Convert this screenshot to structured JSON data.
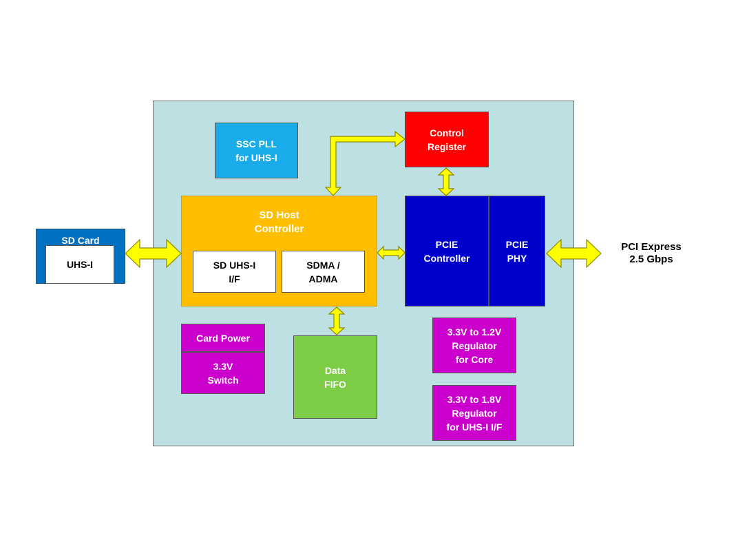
{
  "diagram": {
    "blocks": {
      "ssc_pll": "SSC PLL\nfor UHS-I",
      "control_register": "Control\nRegister",
      "sd_host_controller": "SD Host\nController",
      "sd_uhs_if": "SD UHS-I\nI/F",
      "sdma_adma": "SDMA /\nADMA",
      "pcie_controller": "PCIE\nController",
      "pcie_phy": "PCIE\nPHY",
      "card_power": "Card Power",
      "switch_33v": "3.3V\nSwitch",
      "data_fifo": "Data\nFIFO",
      "regulator_core": "3.3V to 1.2V\nRegulator\nfor Core",
      "regulator_uhs": "3.3V to 1.8V\nRegulator\nfor UHS-I I/F",
      "sd_card": "SD Card",
      "uhs_i": "UHS-I"
    },
    "external": {
      "pci_express": "PCI Express\n2.5 Gbps"
    },
    "colors": {
      "chip_background": "#bde0e3",
      "ssc_pll": "#1aacea",
      "control_register": "#ff0000",
      "sd_host_controller": "#ffbf00",
      "pcie": "#0000cc",
      "power": "#cc00cc",
      "fifo": "#7dcc46",
      "sd_card": "#0070c0",
      "arrow_fill": "#ffff00"
    }
  }
}
